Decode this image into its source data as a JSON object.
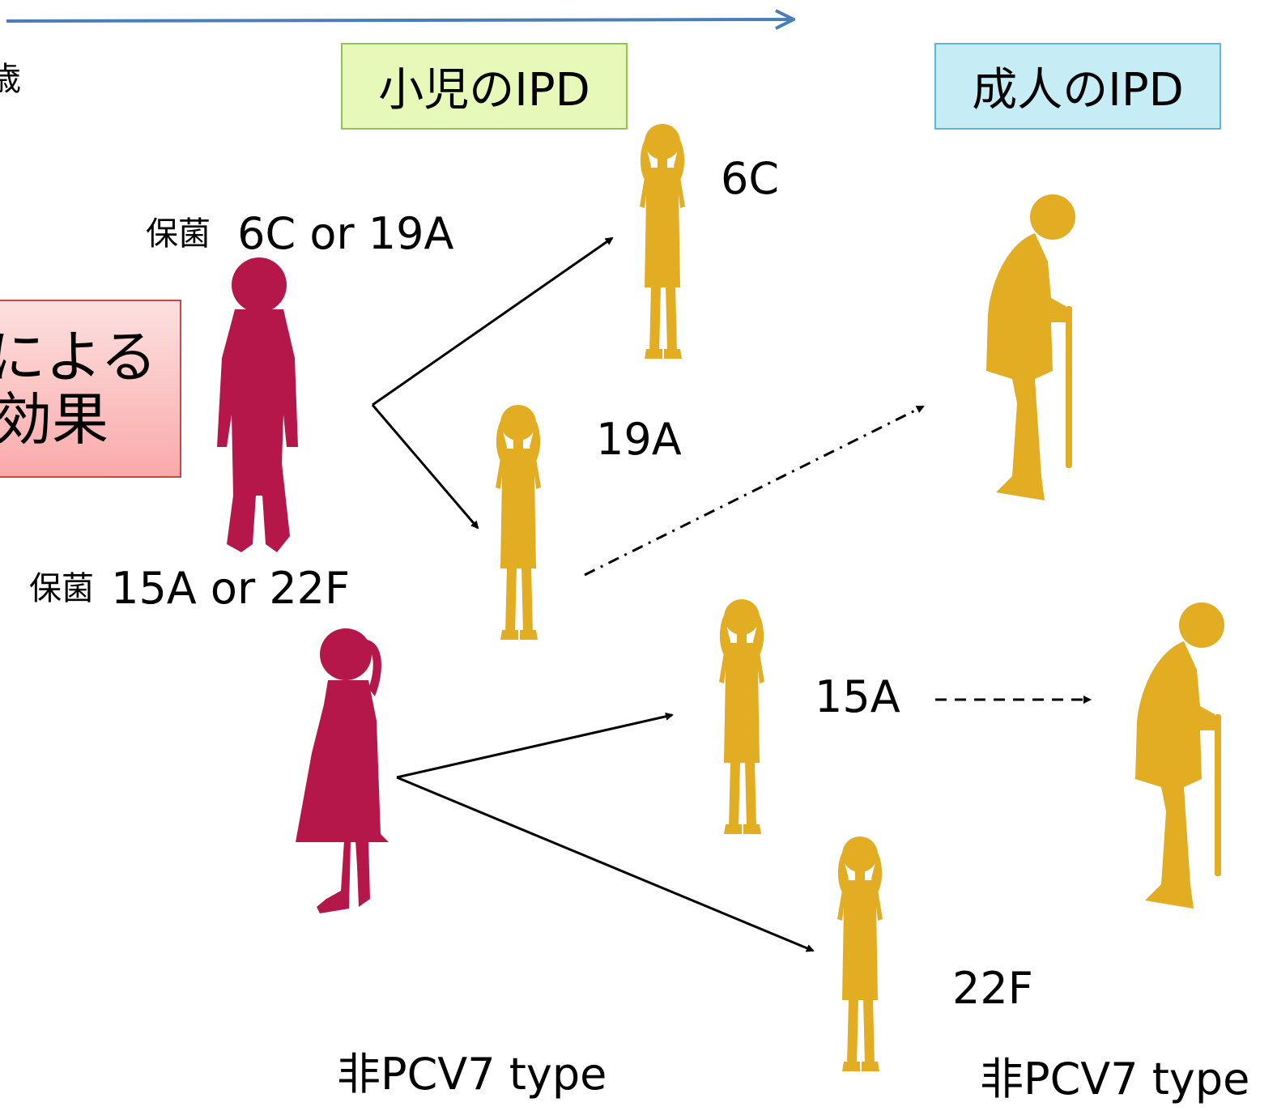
{
  "header_partial_text": "歳",
  "child_ipd_label": "小児のIPD",
  "adult_ipd_label": "成人のIPD",
  "vaccine_effect_label": {
    "line1": "による",
    "line2": "効果"
  },
  "carrier_top": {
    "prefix": "保菌",
    "types": "6C or 19A"
  },
  "carrier_bottom": {
    "prefix": "保菌",
    "types": "15A or 22F"
  },
  "serotype_labels": {
    "t6c": "6C",
    "t19a": "19A",
    "t15a": "15A",
    "t22f": "22F"
  },
  "non_pcv7_left": "非PCV7 type",
  "non_pcv7_right": "非PCV7 type",
  "colors": {
    "carrier": "#b5174a",
    "ipd_child": "#e2ad22",
    "timeline": "#4a7ebb",
    "child_box_bg": "#e7f9b8",
    "child_box_border": "#92c44e",
    "adult_box_bg": "#c6ecf6",
    "adult_box_border": "#5bb8d8",
    "effect_box_bg": "#fbc6c6",
    "effect_box_border": "#cc4444"
  }
}
